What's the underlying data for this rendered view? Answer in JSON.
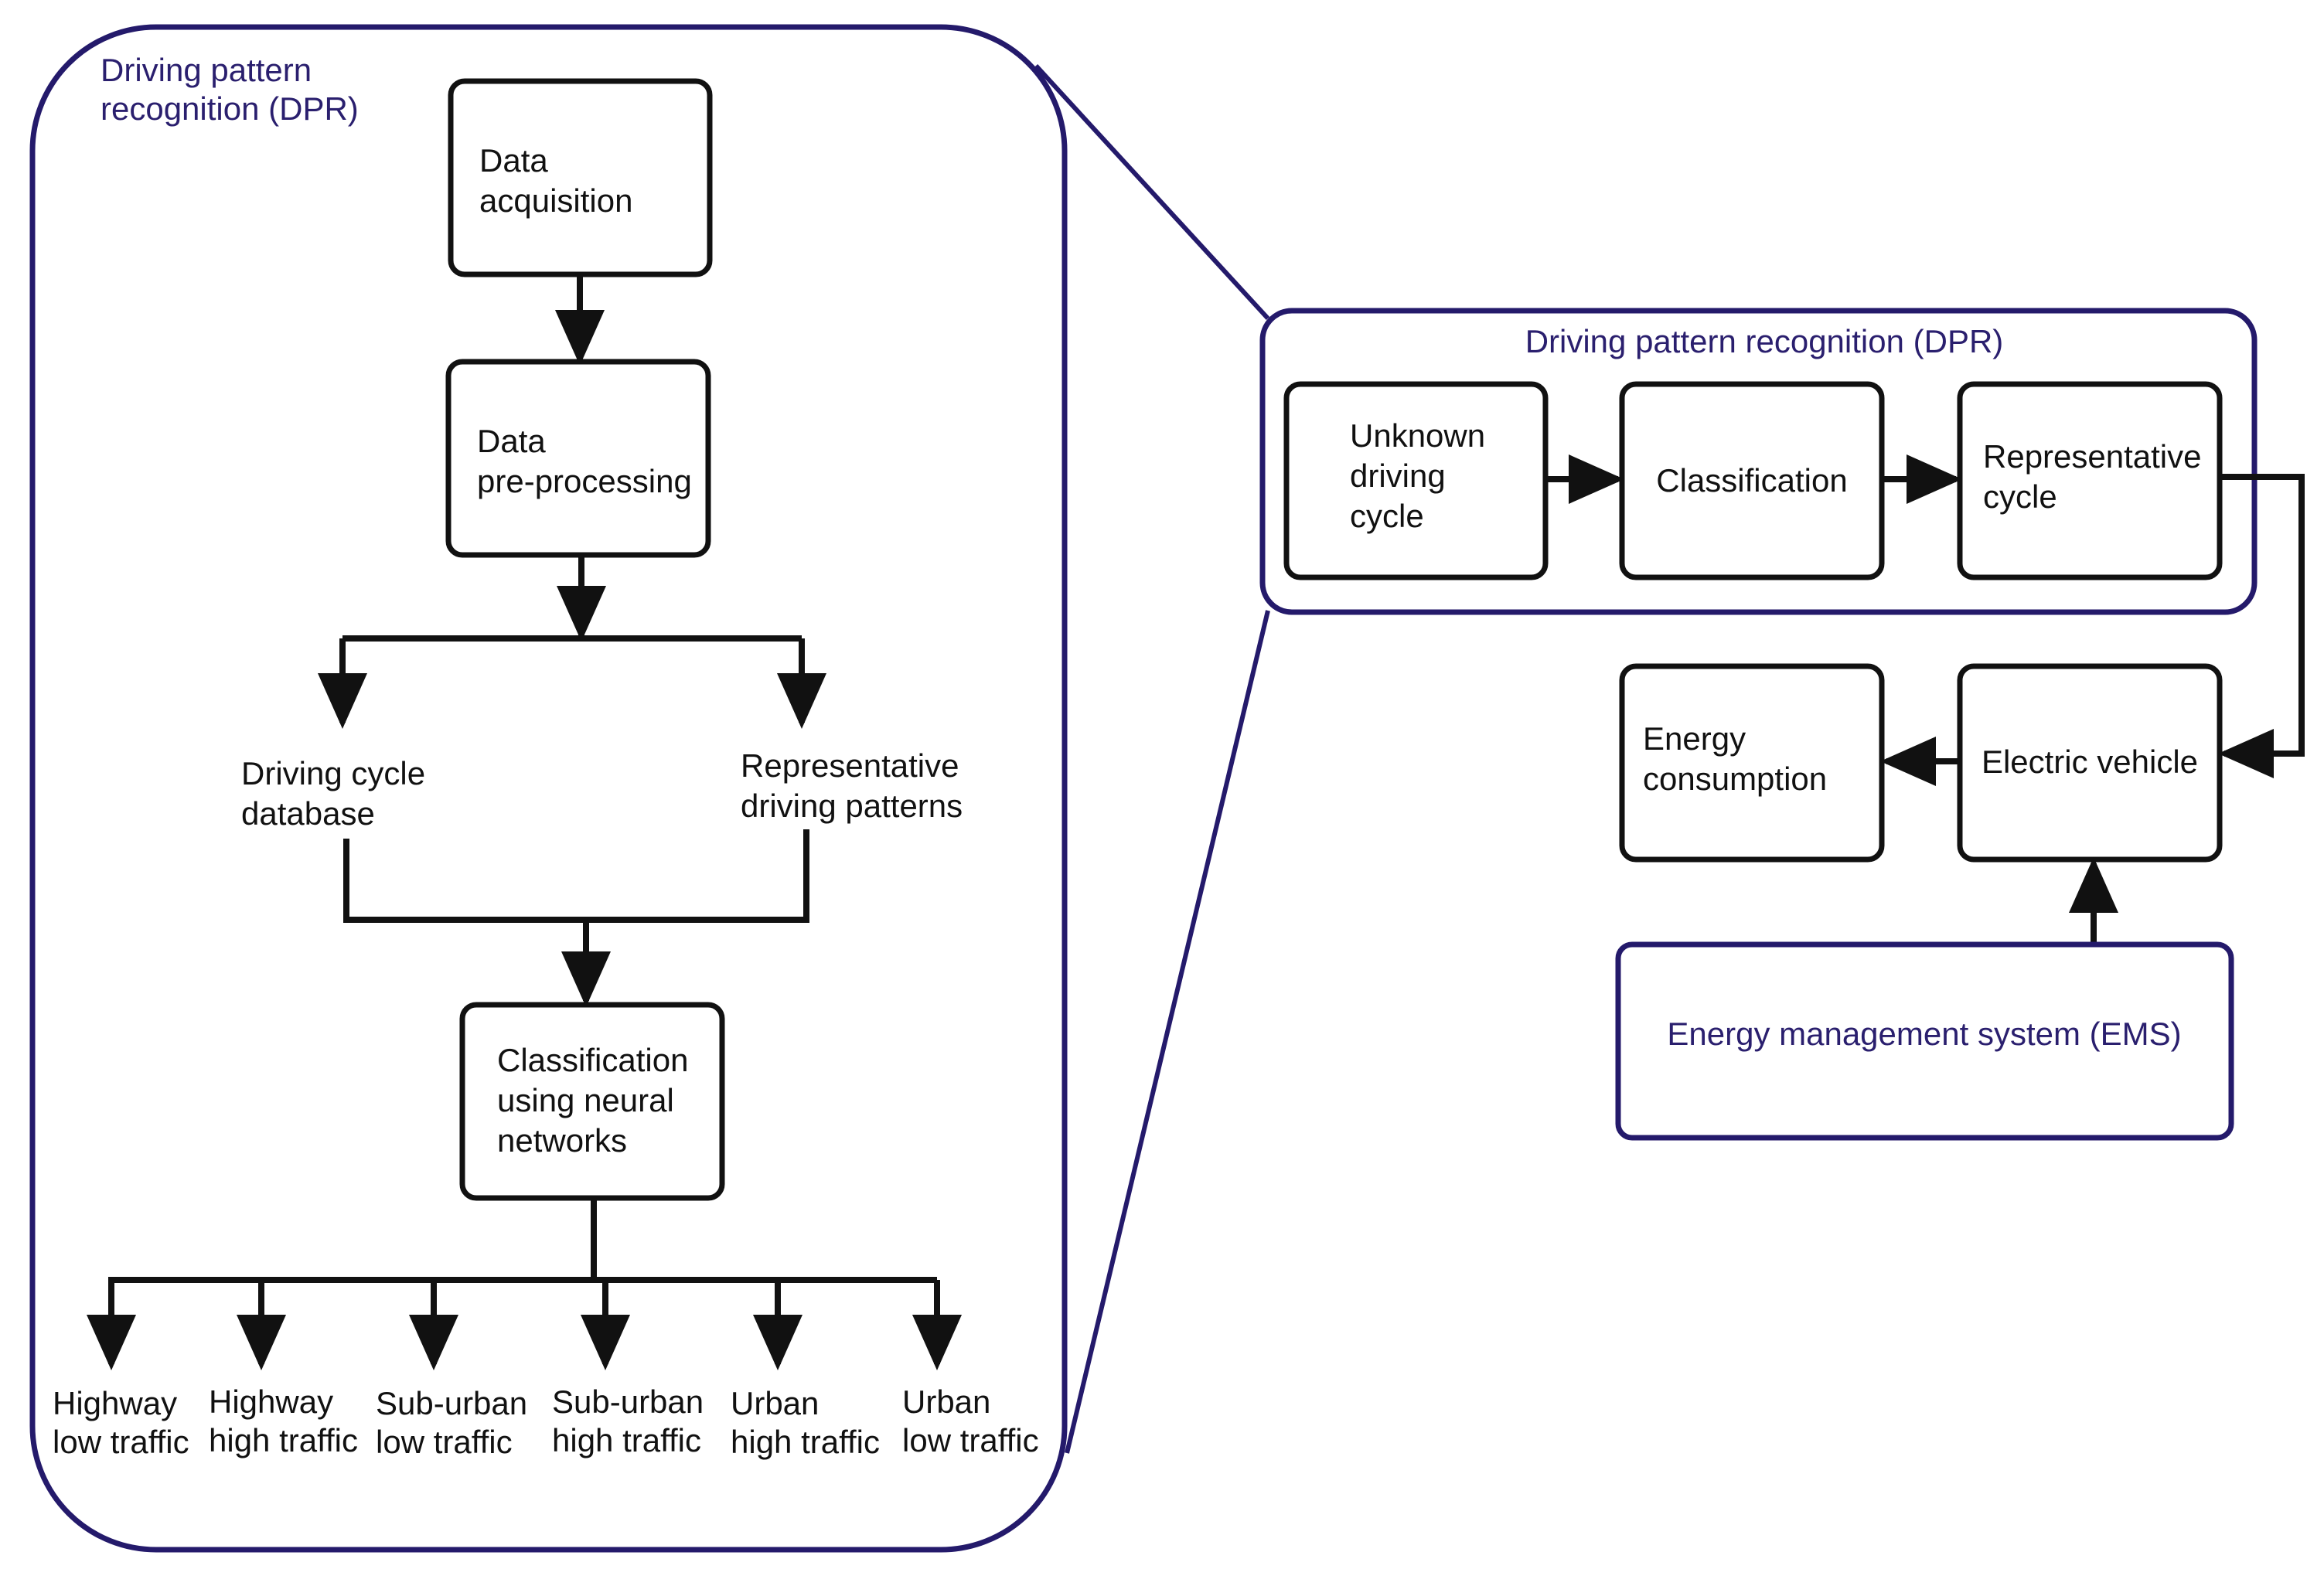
{
  "left_panel": {
    "title": [
      "Driving pattern",
      "recognition (DPR)"
    ],
    "data_acquisition": [
      "Data",
      "acquisition"
    ],
    "preprocessing": [
      "Data",
      "pre-processing"
    ],
    "driving_cycle_db": [
      "Driving cycle",
      "database"
    ],
    "representative_patterns": [
      "Representative",
      "driving patterns"
    ],
    "classification_nn": [
      "Classification",
      "using neural",
      "networks"
    ],
    "classes": [
      [
        "Highway",
        "low traffic"
      ],
      [
        "Highway",
        "high traffic"
      ],
      [
        "Sub-urban",
        "low traffic"
      ],
      [
        "Sub-urban",
        "high traffic"
      ],
      [
        "Urban",
        "high traffic"
      ],
      [
        "Urban",
        "low traffic"
      ]
    ]
  },
  "right_panel": {
    "dpr_title": "Driving pattern recognition (DPR)",
    "unknown_cycle": [
      "Unknown",
      "driving",
      "cycle"
    ],
    "classification": "Classification",
    "representative_cycle": [
      "Representative",
      "cycle"
    ],
    "electric_vehicle": "Electric vehicle",
    "energy_consumption": [
      "Energy",
      "consumption"
    ],
    "ems": "Energy management system (EMS)"
  },
  "colors": {
    "frame": "#241a6b",
    "frame_text": "#2a1f6e",
    "line": "#111111"
  }
}
